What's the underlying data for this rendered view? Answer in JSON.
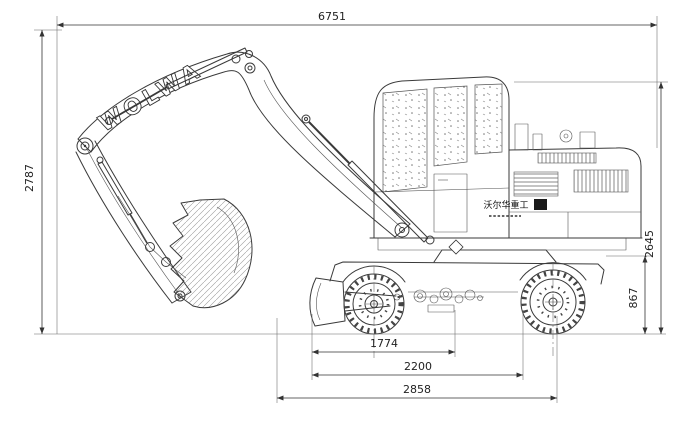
{
  "page": {
    "background": "#ffffff",
    "line_color": "#3a3a3a"
  },
  "drawing": {
    "kind": "excavator-side-view-dimension-drawing",
    "brand_on_boom": "WOLWA",
    "cab_side_text": "沃尔华重工"
  },
  "dims": {
    "overall_length": "6751",
    "overall_height_left": "2787",
    "body_height_right": "2645",
    "chassis_height_right": "867",
    "bottom_dim_inner": "1774",
    "bottom_dim_middle": "2200",
    "bottom_dim_outer": "2858"
  }
}
